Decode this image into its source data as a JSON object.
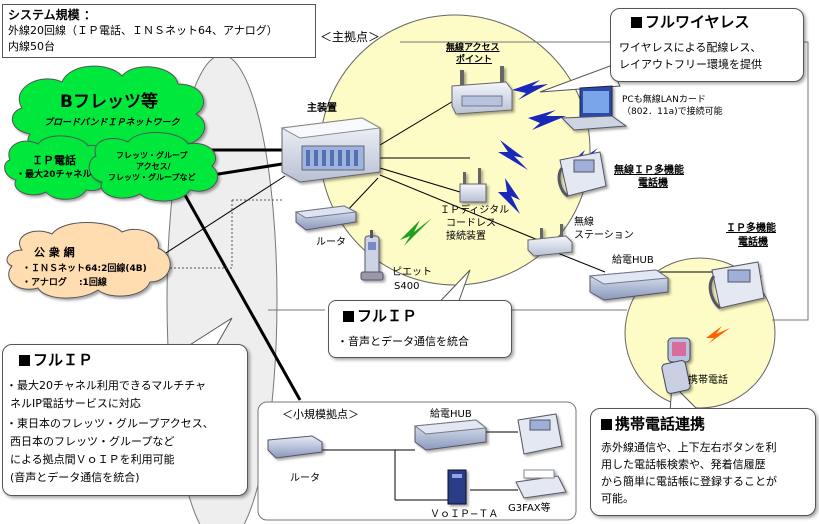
{
  "system_scale": {
    "title": "システム規模 ：",
    "line1": "外線20回線（ＩＰ電話、ＩＮＳネット64、アナログ）",
    "line2": "内線50台"
  },
  "main_site_label": "＜主拠点＞",
  "small_site_label": "＜小規模拠点＞",
  "cloud_broadband": {
    "title": "Bフレッツ等",
    "subtitle": "ブロードバンドＩＰネットワーク"
  },
  "cloud_ip_phone": {
    "line1": "ＩＰ電話",
    "line2": "・最大20チャネル"
  },
  "cloud_flets": {
    "line1": "フレッツ・グループ",
    "line2": "アクセス/",
    "line3": "フレッツ・グループなど"
  },
  "cloud_public": {
    "title": "公 衆 網",
    "line1": "・ＩＮＳネット64:2回線(4B)",
    "line2": "・アナログ　 :1回線"
  },
  "devices": {
    "main_unit": "主装置",
    "wireless_ap_1": "無線アクセス",
    "wireless_ap_2": "ポイント",
    "router_main": "ルータ",
    "pietto_1": "ピエット",
    "pietto_2": "S400",
    "ip_cordless_1": "ＩＰディジタル",
    "ip_cordless_2": "コードレス",
    "ip_cordless_3": "接続装置",
    "wireless_station_1": "無線",
    "wireless_station_2": "ステーション",
    "pc_1": "PCも無線LANカード",
    "pc_2": "（802．11a)で接続可能",
    "wireless_ip_phone_1": "無線ＩＰ多機能",
    "wireless_ip_phone_2": "電話機",
    "power_hub_main": "給電HUB",
    "ip_phone_1": "ＩＰ多機能",
    "ip_phone_2": "電話機",
    "mobile_phone": "携帯電話",
    "router_small": "ルータ",
    "power_hub_small": "給電HUB",
    "voip_ta": "ＶｏＩＰ−ＴＡ",
    "g3fax": "G3FAX等"
  },
  "callout_wireless": {
    "heading": "フルワイヤレス",
    "line1": "ワイヤレスによる配線レス、",
    "line2": "レイアウトフリー環境を提供"
  },
  "callout_full_ip_center": {
    "heading": "フルＩＰ",
    "line1": "・音声とデータ通信を統合"
  },
  "callout_full_ip_left": {
    "heading": "フルＩＰ",
    "line1": "・最大20チャネル利用できるマルチチャ",
    "line2": "ネルIP電話サービスに対応",
    "line3": "・東日本のフレッツ・グループアクセス、",
    "line4": "西日本のフレッツ・グループなど",
    "line5": "による拠点間ＶｏＩＰを利用可能",
    "line6": "(音声とデータ通信を統合)"
  },
  "callout_mobile": {
    "heading": "携帯電話連携",
    "line1": "赤外線通信や、上下左右ボタンを利",
    "line2": "用した電話帳検索や、発着信履歴",
    "line3": "から簡単に電話帳に登録することが",
    "line4": "可能。"
  },
  "colors": {
    "cloud_green": "#00e83a",
    "cloud_orange": "#ffddb0",
    "zone_yellow": "#fdfbc6",
    "lightning_blue": "#1828b8",
    "lightning_green": "#20a020",
    "lightning_orange": "#ff6000"
  }
}
